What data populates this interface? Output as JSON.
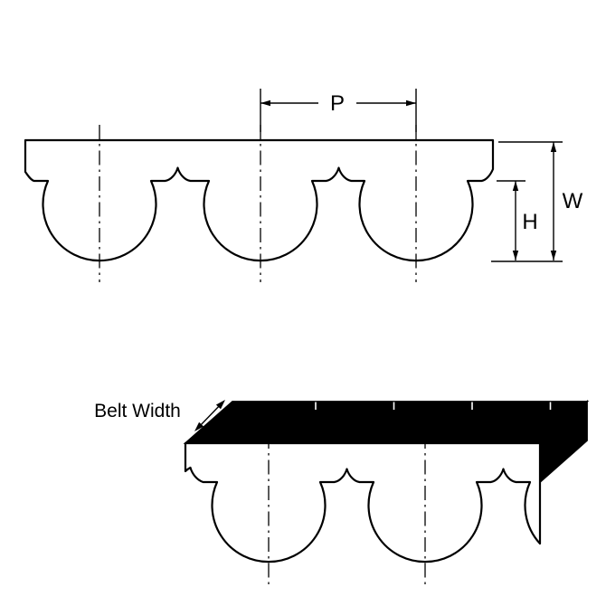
{
  "diagram": {
    "type": "timing-belt-tooth-profile",
    "labels": {
      "pitch": "P",
      "belt_thickness": "W",
      "tooth_height": "H",
      "belt_width": "Belt Width"
    },
    "colors": {
      "line": "#000000",
      "solid_surface": "#000000",
      "belt_fill": "#ffffff",
      "background": "#ffffff"
    }
  }
}
